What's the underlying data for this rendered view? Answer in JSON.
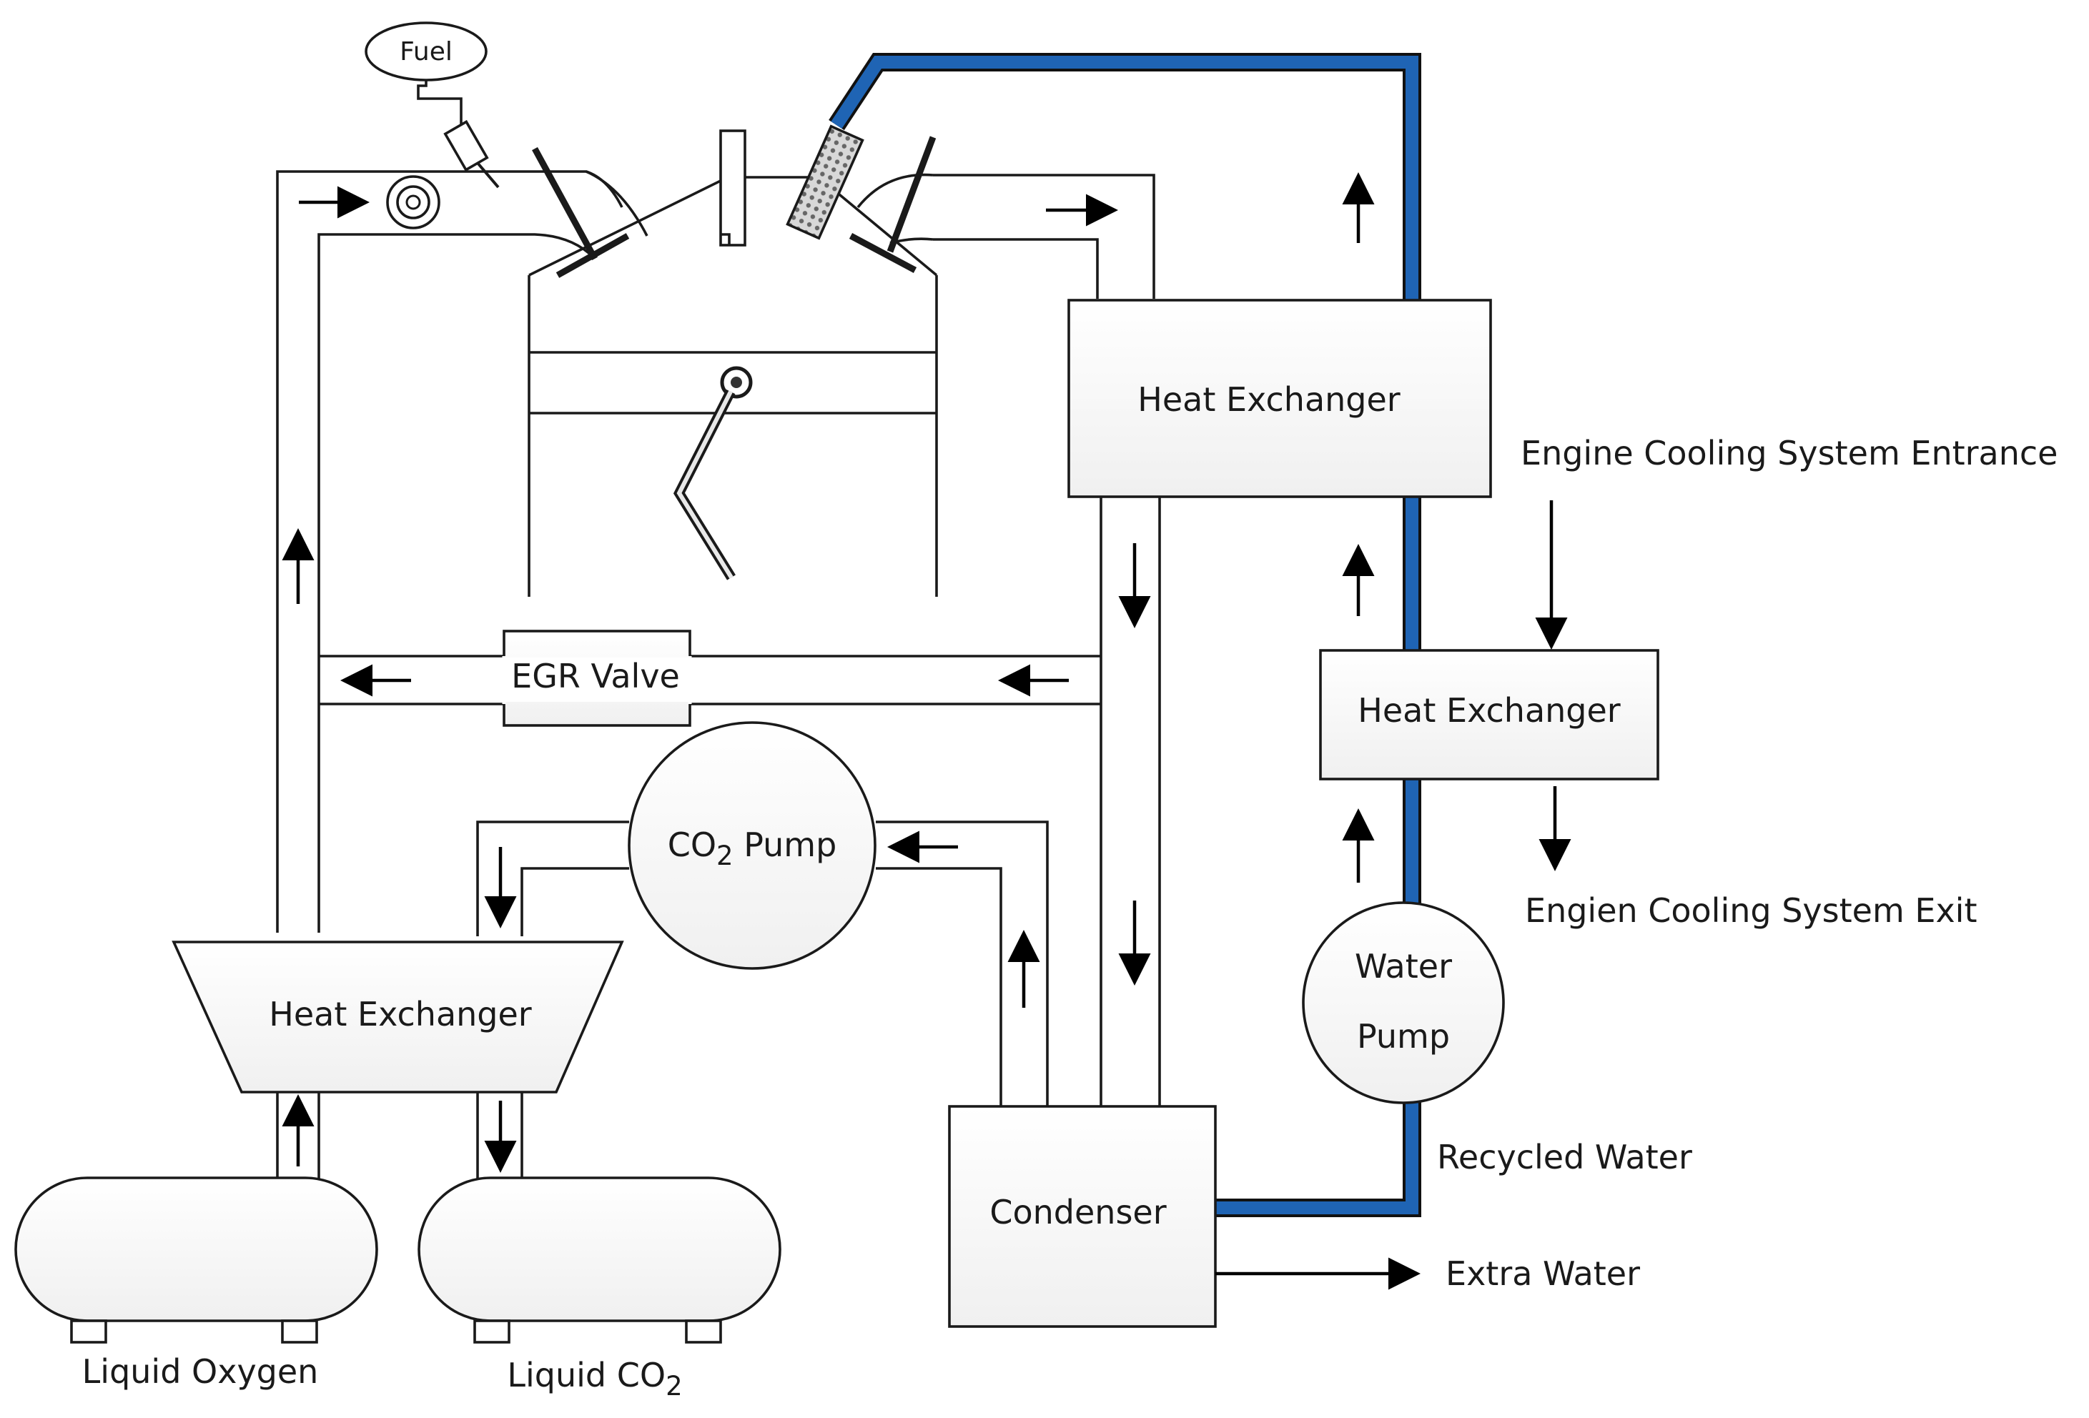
{
  "fuel": "Fuel",
  "heat_exchanger_top": "Heat Exchanger",
  "heat_exchanger_mid": "Heat Exchanger",
  "heat_exchanger_bottom": "Heat Exchanger",
  "egr_valve": "EGR Valve",
  "co2_pump": {
    "main": "CO",
    "sub": "2",
    "rest": " Pump"
  },
  "water_pump": {
    "line1": "Water",
    "line2": "Pump"
  },
  "condenser": "Condenser",
  "engine_cooling_entrance": "Engine Cooling System Entrance",
  "engine_cooling_exit": "Engien Cooling System Exit",
  "recycled_water": "Recycled Water",
  "extra_water": "Extra Water",
  "liquid_oxygen": "Liquid Oxygen",
  "liquid_co2": {
    "main": "Liquid CO",
    "sub": "2"
  },
  "colors": {
    "water_line": "#1f64b4",
    "line": "#1a1a1a"
  }
}
